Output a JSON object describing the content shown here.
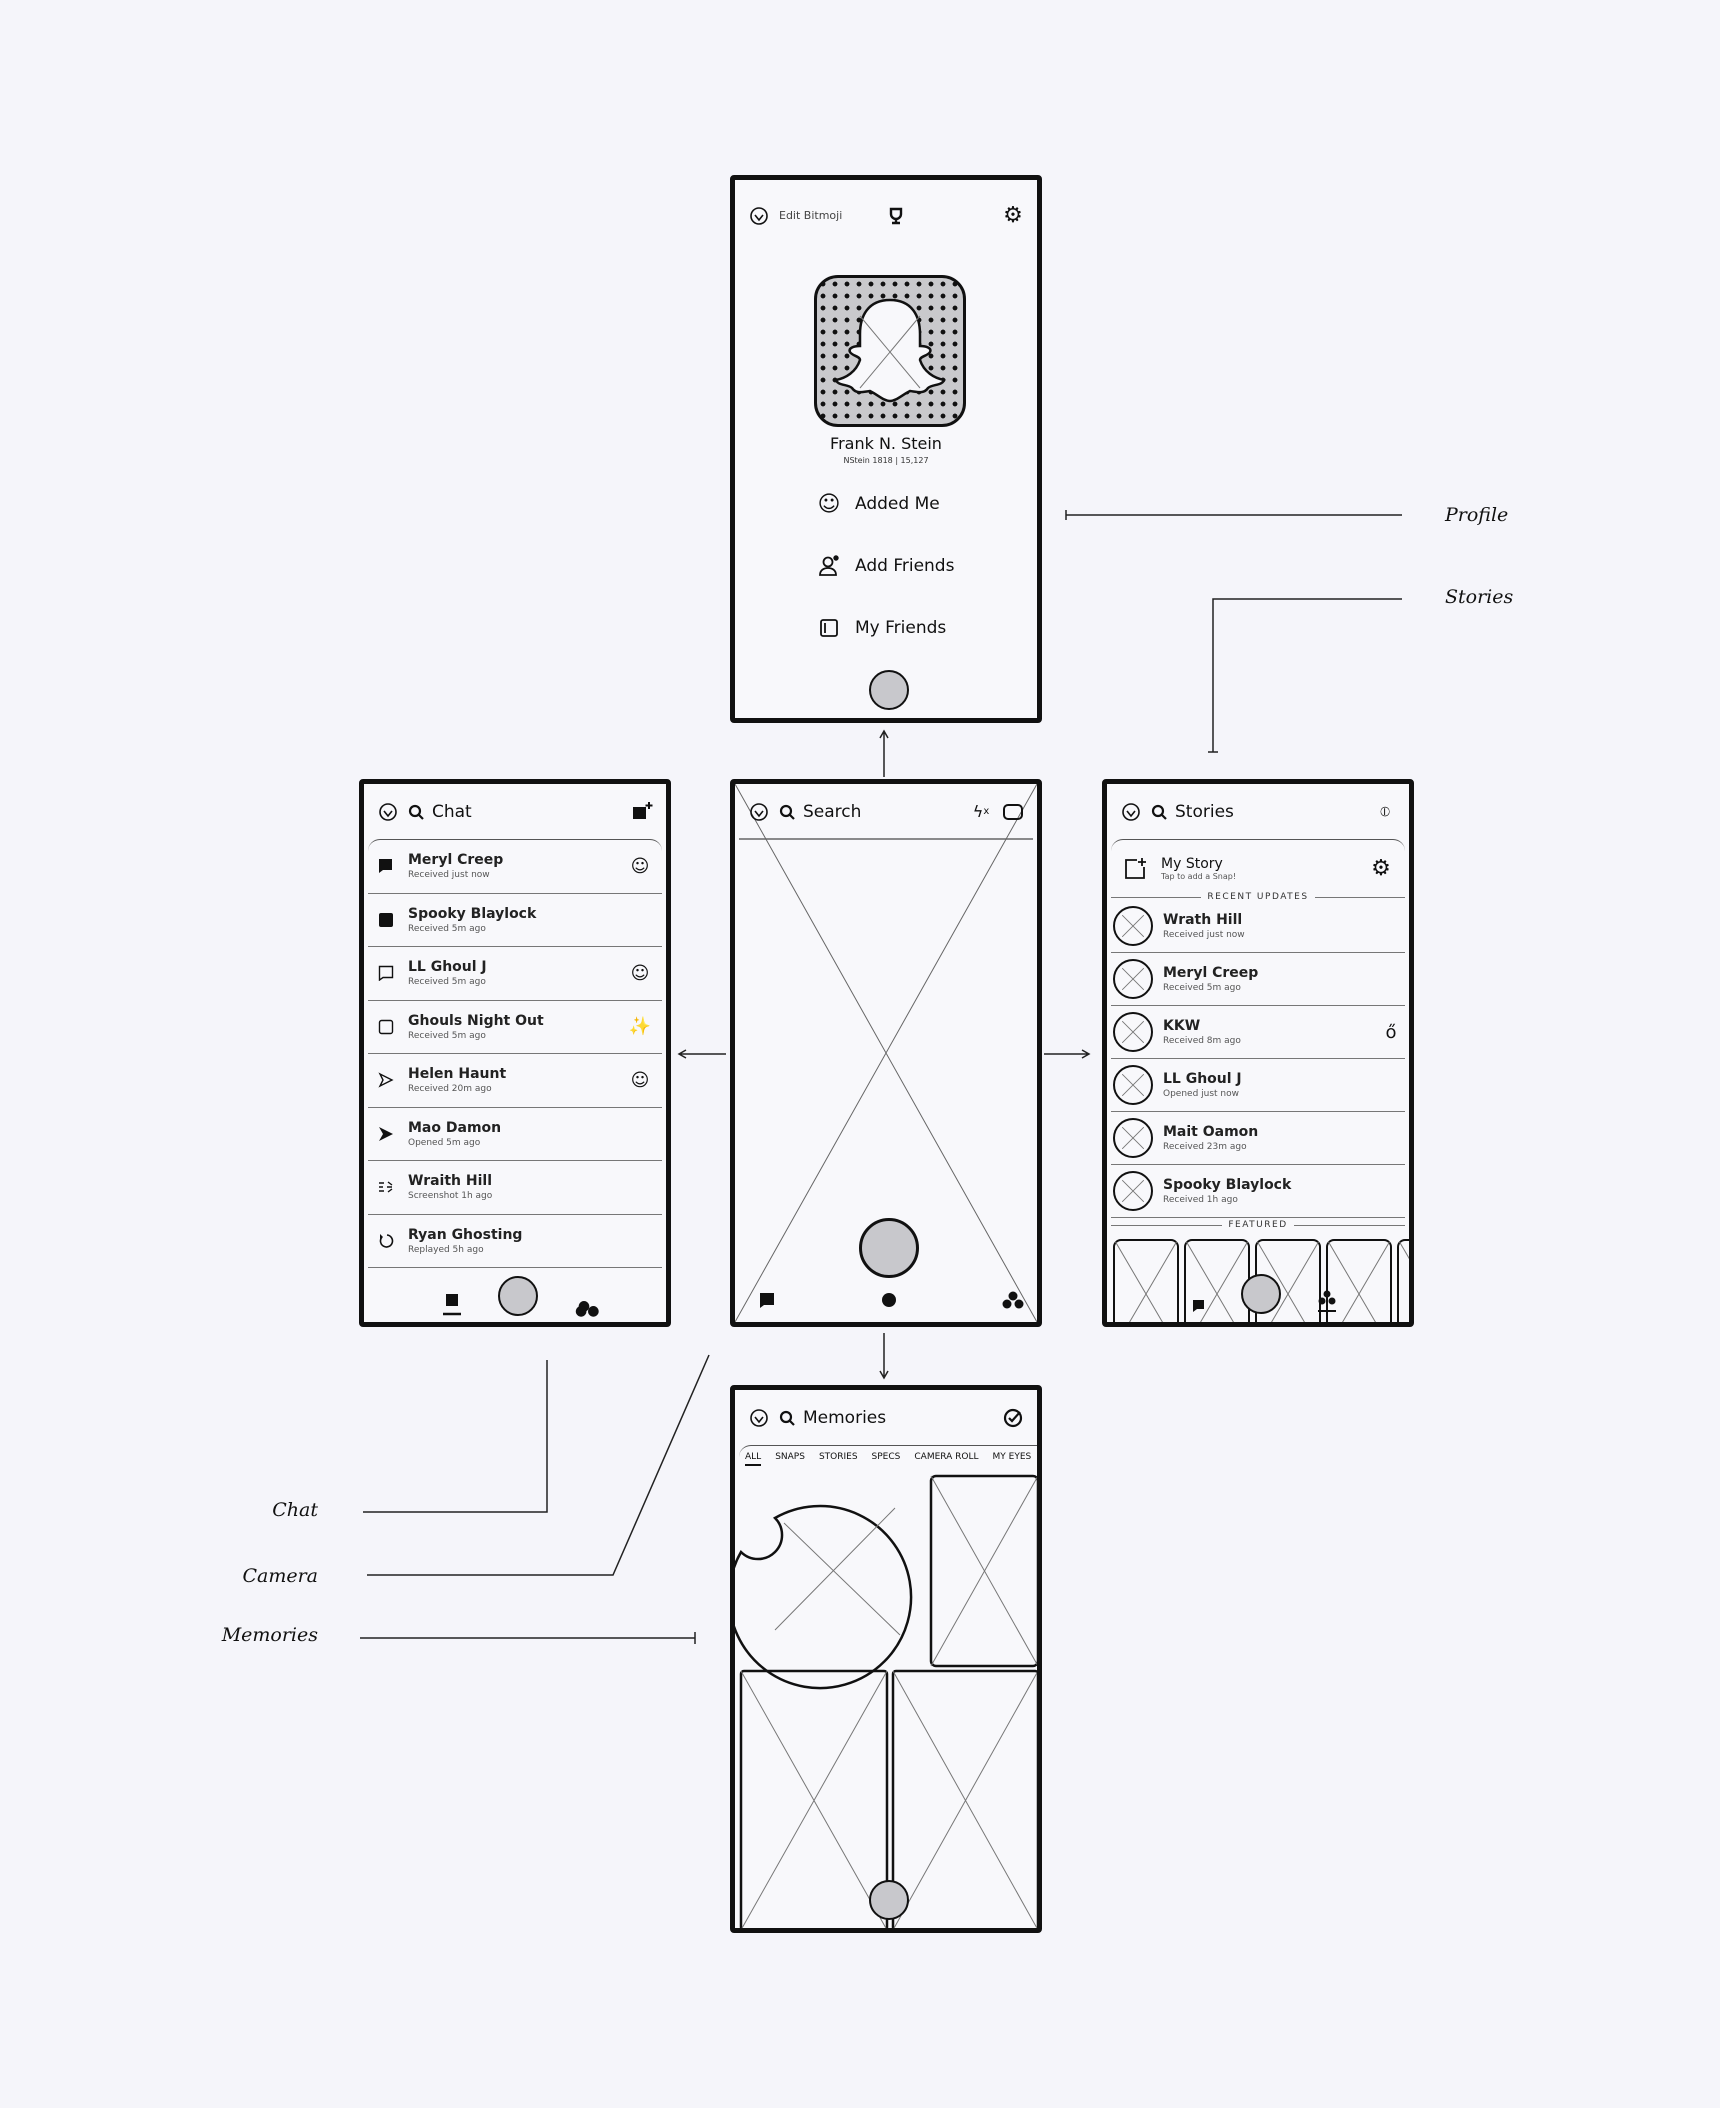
{
  "labels": {
    "profile": "Profile",
    "stories": "Stories",
    "chat": "Chat",
    "camera": "Camera",
    "memories": "Memories"
  },
  "profile": {
    "bitmoji_label": "Edit Bitmoji",
    "name": "Frank N. Stein",
    "username": "NStein 1818 | 15,127",
    "menu": [
      {
        "label": "Added Me",
        "icon": "smiley-icon"
      },
      {
        "label": "Add Friends",
        "icon": "add-friend-icon"
      },
      {
        "label": "My Friends",
        "icon": "friends-book-icon"
      }
    ]
  },
  "chat": {
    "title": "Chat",
    "rows": [
      {
        "name": "Meryl Creep",
        "status": "Received just now",
        "icon": "filled-chat",
        "badge": "smiley"
      },
      {
        "name": "Spooky Blaylock",
        "status": "Received 5m ago",
        "icon": "filled-square",
        "badge": ""
      },
      {
        "name": "LL Ghoul J",
        "status": "Received 5m ago",
        "icon": "outline-chat",
        "badge": "smiley"
      },
      {
        "name": "Ghouls Night Out",
        "status": "Received 5m ago",
        "icon": "outline-square",
        "badge": "sparkle"
      },
      {
        "name": "Helen Haunt",
        "status": "Received 20m ago",
        "icon": "outline-arrow",
        "badge": "smiley"
      },
      {
        "name": "Mao Damon",
        "status": "Opened 5m ago",
        "icon": "filled-arrow",
        "badge": ""
      },
      {
        "name": "Wraith Hill",
        "status": "Screenshot 1h ago",
        "icon": "screenshot",
        "badge": ""
      },
      {
        "name": "Ryan Ghosting",
        "status": "Replayed 5h ago",
        "icon": "replay",
        "badge": ""
      }
    ]
  },
  "camera": {
    "title": "Search"
  },
  "stories": {
    "title": "Stories",
    "my_story": "My Story",
    "my_story_sub": "Tap to add a Snap!",
    "recent_label": "RECENT UPDATES",
    "featured_label": "FEATURED",
    "rows": [
      {
        "name": "Wrath Hill",
        "status": "Received just now",
        "badge": ""
      },
      {
        "name": "Meryl Creep",
        "status": "Received 5m ago",
        "badge": ""
      },
      {
        "name": "KKW",
        "status": "Received 8m ago",
        "badge": "bitmoji"
      },
      {
        "name": "LL Ghoul J",
        "status": "Opened just now",
        "badge": ""
      },
      {
        "name": "Mait Oamon",
        "status": "Received 23m ago",
        "badge": ""
      },
      {
        "name": "Spooky Blaylock",
        "status": "Received 1h ago",
        "badge": ""
      }
    ]
  },
  "memories": {
    "title": "Memories",
    "tabs": [
      "ALL",
      "SNAPS",
      "STORIES",
      "SPECS",
      "CAMERA ROLL",
      "MY EYES"
    ],
    "active_tab": "ALL"
  }
}
